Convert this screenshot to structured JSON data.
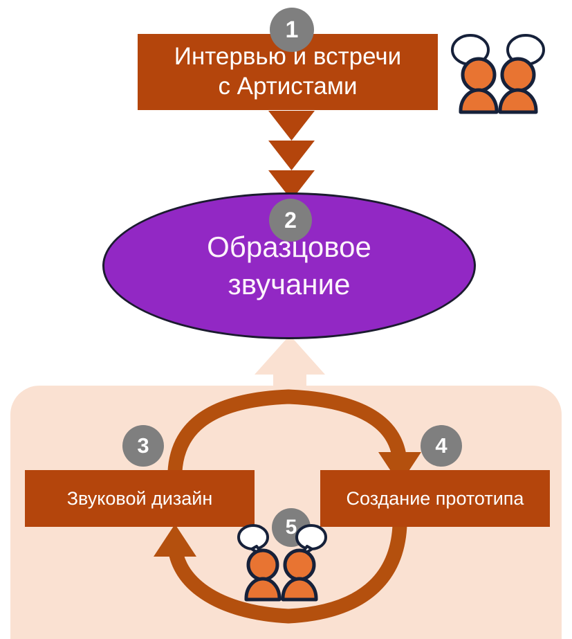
{
  "diagram": {
    "title_text_lang": "ru",
    "colors": {
      "box_orange": "#B4450C",
      "arc_arrow": "#B4500E",
      "triangle_arrow": "#B4450C",
      "ellipse_purple": "#9228C4",
      "ellipse_border": "#1B1B2F",
      "panel_peach": "#FAE1D2",
      "badge_gray": "#7F7F7F",
      "badge_text": "#FFFFFF",
      "box_text": "#FFFFFF",
      "ellipse_text": "#FDF3FB",
      "person_fill": "#E87432",
      "person_outline": "#16213A",
      "bubble_fill": "#FFFFFF",
      "background": "#FFFFFF"
    },
    "steps": [
      {
        "number": "1",
        "label": "Интервью и встречи\nс Артистами",
        "line1": "Интервью и встречи",
        "line2": "с Артистами",
        "shape": "rectangle"
      },
      {
        "number": "2",
        "label": "Образцовое\nзвучание",
        "line1": "Образцовое",
        "line2": "звучание",
        "shape": "ellipse"
      },
      {
        "number": "3",
        "label": "Звуковой дизайн",
        "line1": "Звуковой дизайн",
        "line2": "",
        "shape": "rectangle"
      },
      {
        "number": "4",
        "label": "Создание прототипа",
        "line1": "Создание прототипа",
        "line2": "",
        "shape": "rectangle"
      },
      {
        "number": "5",
        "label": "",
        "line1": "",
        "line2": "",
        "shape": "people-marker"
      }
    ],
    "connectors": {
      "chevron_down_count": 3,
      "big_up_arrow": "panel-to-ellipse",
      "cycle_top_arc": "sound-design-to-prototype",
      "cycle_bottom_arc": "prototype-to-sound-design"
    },
    "icons": {
      "people_top": "two-people-talking-icon",
      "people_bottom": "two-people-talking-icon"
    }
  }
}
